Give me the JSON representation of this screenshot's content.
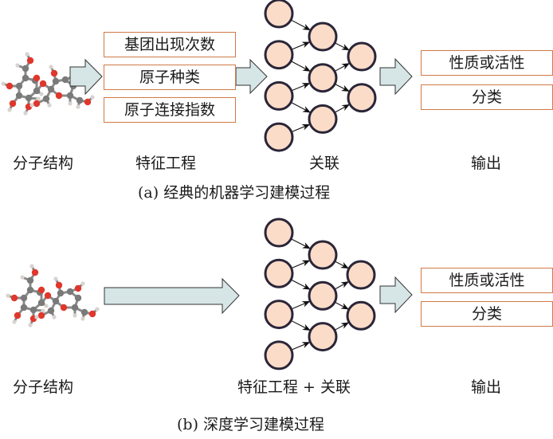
{
  "colors": {
    "arrow_fill": "#d6e5e6",
    "arrow_stroke": "#333333",
    "box_border": "#d07a46",
    "node_fill": "#fbdcc8",
    "node_stroke": "#2a2538",
    "atom_carbon": "#7a7a7a",
    "atom_oxygen": "#e0372c",
    "atom_hydrogen": "#d9d3cf"
  },
  "panel_a": {
    "caption": "(a) 经典的机器学习建模过程",
    "features": [
      "基团出现次数",
      "原子种类",
      "原子连接指数"
    ],
    "outputs": [
      "性质或活性",
      "分类"
    ],
    "labels": {
      "structure": "分子结构",
      "feature_engineering": "特征工程",
      "association": "关联",
      "output": "输出"
    },
    "network_layers": [
      4,
      3,
      2
    ]
  },
  "panel_b": {
    "caption": "(b) 深度学习建模过程",
    "outputs": [
      "性质或活性",
      "分类"
    ],
    "labels": {
      "structure": "分子结构",
      "feature_and_association": "特征工程 + 关联",
      "output": "输出"
    },
    "network_layers": [
      4,
      3,
      2
    ]
  }
}
